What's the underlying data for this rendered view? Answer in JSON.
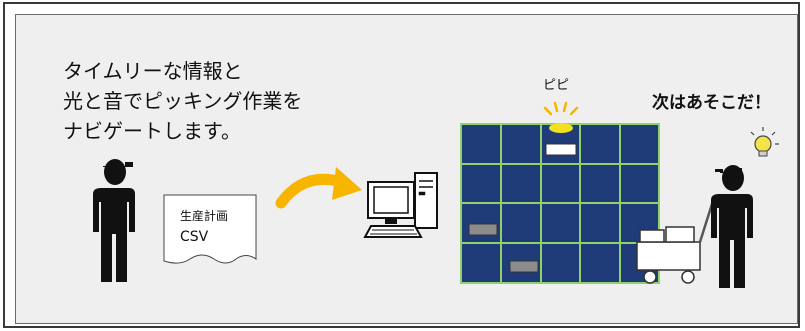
{
  "headline": {
    "line1": "タイムリーな情報と",
    "line2": "光と音でピッキング作業を",
    "line3": "ナビゲートします。"
  },
  "beep_label": "ピピ",
  "next_label": "次はあそこだ！",
  "document": {
    "title": "生産計画",
    "format": "CSV"
  },
  "colors": {
    "shelf_fill": "#1f3b78",
    "shelf_grid": "#8fd16b",
    "arrow": "#f7b500",
    "indicator_light": "#f2e021",
    "bulb": "#f4e24a",
    "background": "#efefef"
  },
  "icons": [
    "worker-icon",
    "document-icon",
    "arrow-icon",
    "computer-icon",
    "shelf-grid",
    "indicator-light-icon",
    "cart-icon",
    "lightbulb-icon"
  ]
}
